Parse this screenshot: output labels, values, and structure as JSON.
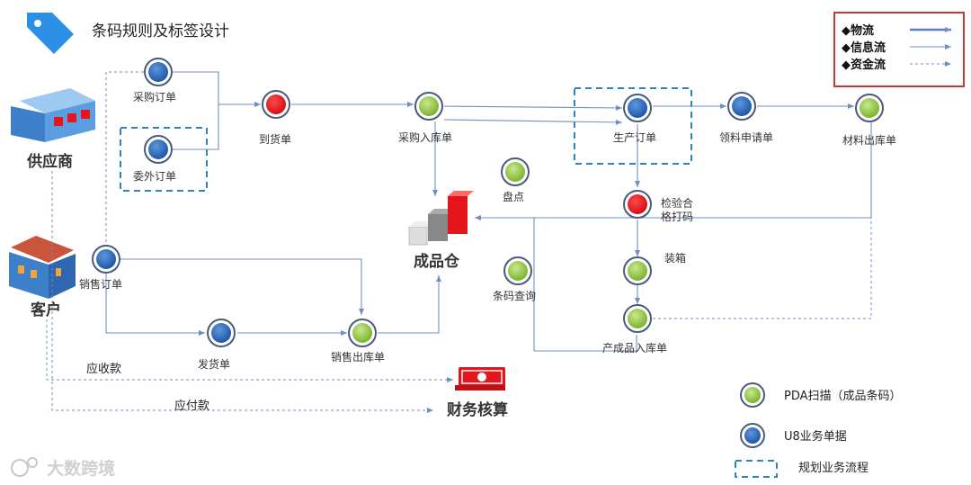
{
  "title": "条码规则及标签设计",
  "legend_top": {
    "items": [
      "◆物流",
      "◆信息流",
      "◆资金流"
    ]
  },
  "entities": {
    "supplier": "供应商",
    "customer": "客户",
    "warehouse": "成品仓",
    "finance": "财务核算"
  },
  "nodes": {
    "purchase_order": "采购订单",
    "outsource_order": "委外订单",
    "arrival": "到货单",
    "purchase_in": "采购入库单",
    "production_order": "生产订单",
    "material_request": "领料申请单",
    "material_out": "材料出库单",
    "inventory_check": "盘点",
    "inspection_line1": "检验合",
    "inspection_line2": "格打码",
    "packing": "装箱",
    "barcode_query": "条码查询",
    "product_in": "产成品入库单",
    "sales_order": "销售订单",
    "delivery": "发货单",
    "sales_out": "销售出库单"
  },
  "flows": {
    "receivable": "应收款",
    "payable": "应付款"
  },
  "legend_bottom": {
    "pda": "PDA扫描（成品条码）",
    "u8": "U8业务单据",
    "planned": "规划业务流程"
  },
  "watermark": "大数跨境",
  "colors": {
    "green": "#8fc43e",
    "blue": "#2f6fc2",
    "red": "#e4161b",
    "ring": "#4a5a7a",
    "arrow": "#6f8fc4",
    "dash_box": "#2e86b5",
    "legend_border": "#c0393b"
  }
}
